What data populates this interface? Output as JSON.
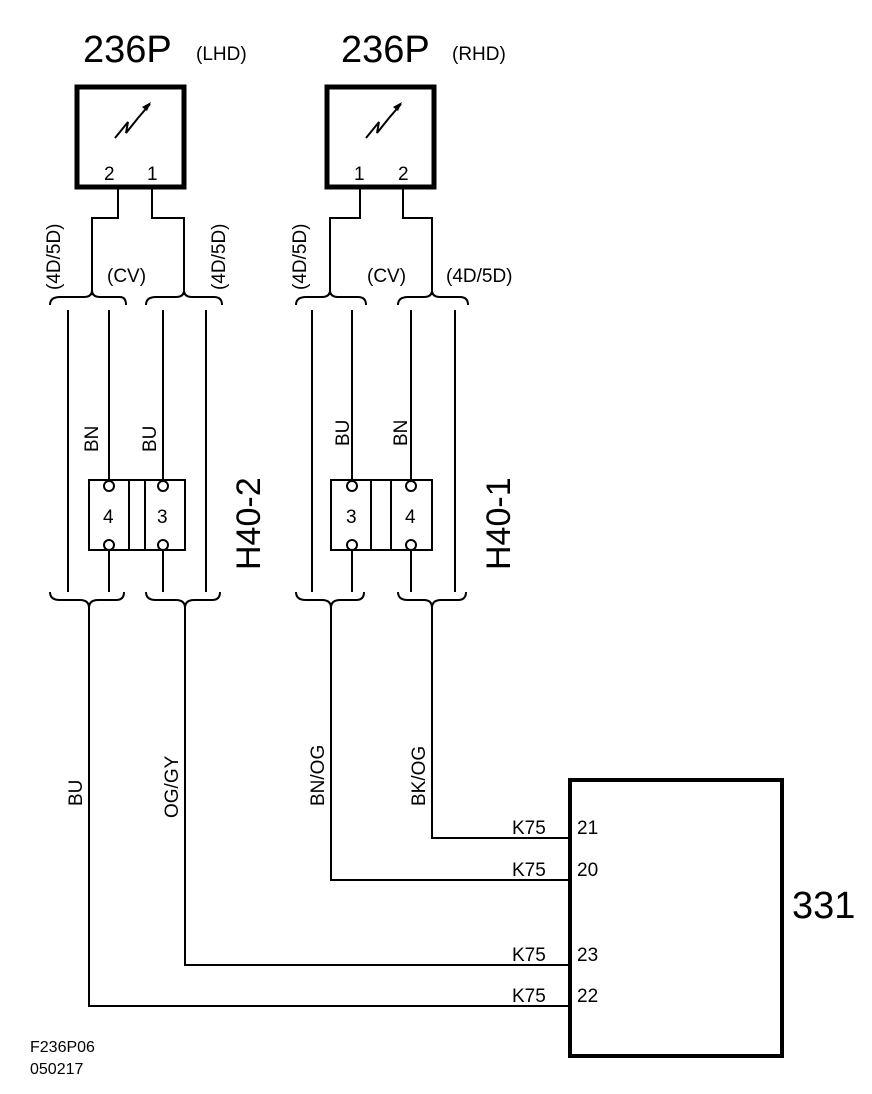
{
  "sensor_lhd": {
    "title": "236P",
    "variant": "(LHD)",
    "pin_left": "2",
    "pin_right": "1",
    "label_left": "(4D/5D)",
    "label_mid": "(CV)",
    "label_right": "(4D/5D)"
  },
  "sensor_rhd": {
    "title": "236P",
    "variant": "(RHD)",
    "pin_left": "1",
    "pin_right": "2",
    "label_left": "(4D/5D)",
    "label_mid": "(CV)",
    "label_right": "(4D/5D)"
  },
  "connector_h40_2": {
    "name": "H40-2",
    "pin_a": "4",
    "pin_b": "3",
    "wire_a_top": "BN",
    "wire_b_top": "BU"
  },
  "connector_h40_1": {
    "name": "H40-1",
    "pin_a": "3",
    "pin_b": "4",
    "wire_a_top": "BU",
    "wire_b_top": "BN"
  },
  "lower_wires": {
    "w1": "BU",
    "w2": "OG/GY",
    "w3": "BN/OG",
    "w4": "BK/OG"
  },
  "ecu": {
    "name": "331",
    "connectors": [
      {
        "conn": "K75",
        "pin": "21"
      },
      {
        "conn": "K75",
        "pin": "20"
      },
      {
        "conn": "K75",
        "pin": "23"
      },
      {
        "conn": "K75",
        "pin": "22"
      }
    ]
  },
  "footer": {
    "code": "F236P06",
    "date": "050217"
  }
}
